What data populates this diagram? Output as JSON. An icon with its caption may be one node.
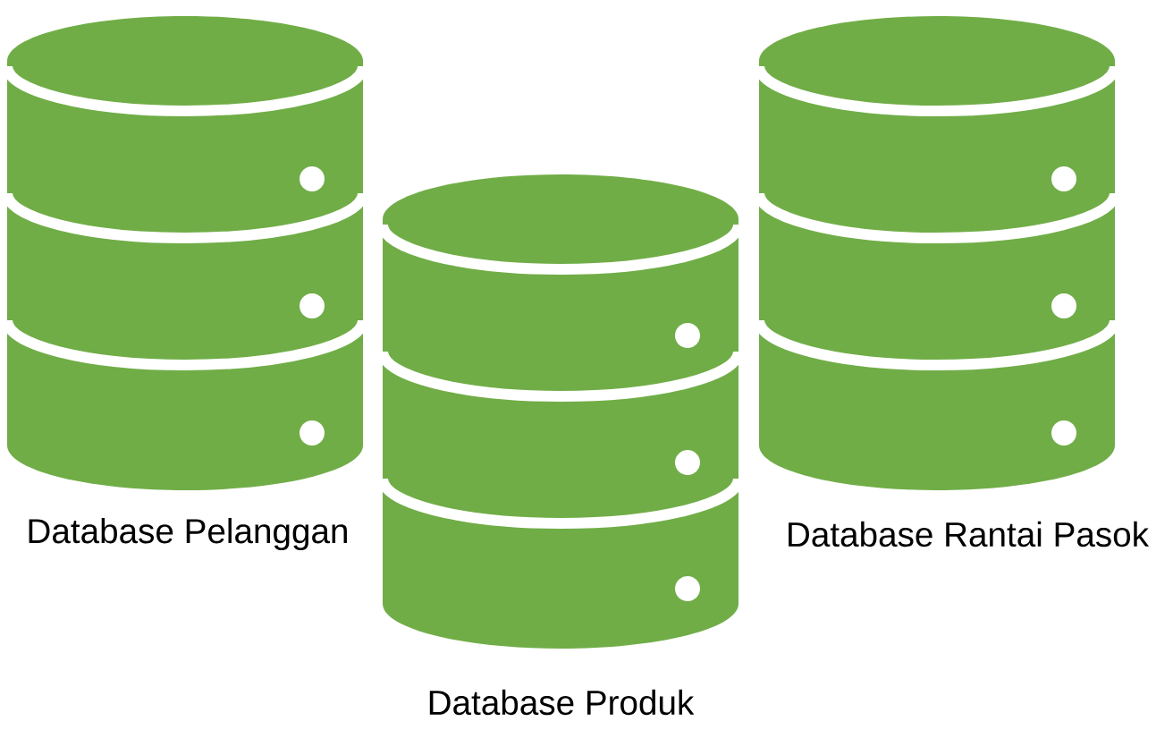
{
  "diagram": {
    "nodes": [
      {
        "text": [
          "Database Pelanggan"
        ]
      },
      {
        "text": [
          "Database Produk"
        ]
      },
      {
        "text": [
          "Database Rantai Pasok"
        ]
      }
    ]
  }
}
